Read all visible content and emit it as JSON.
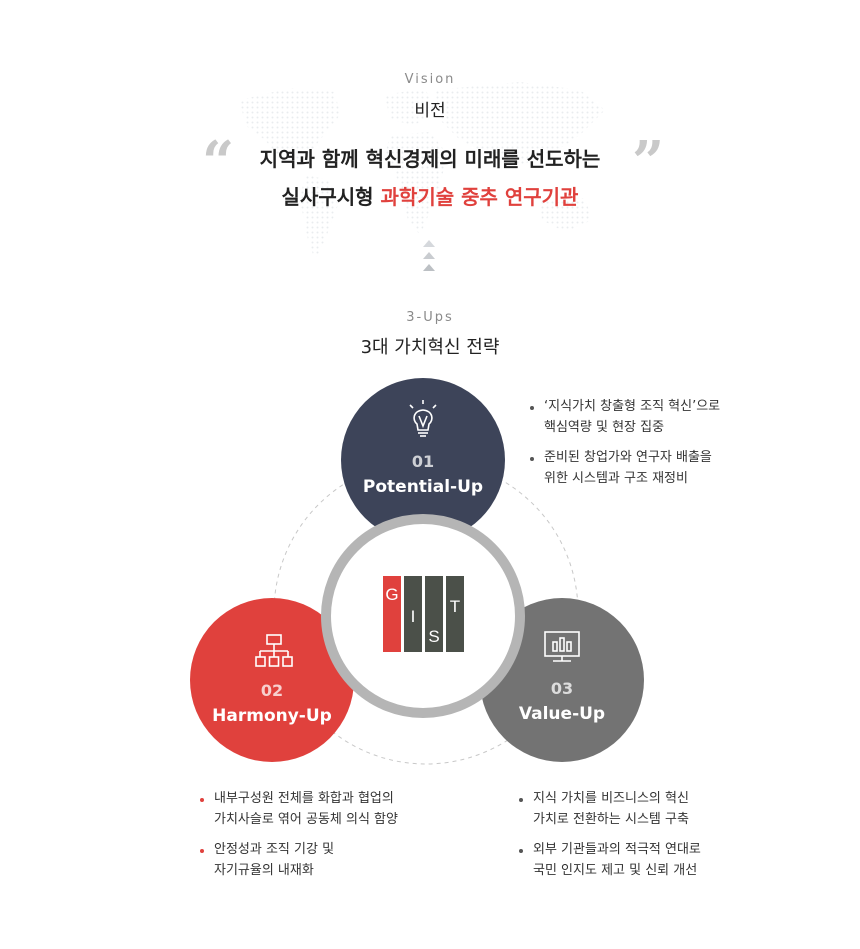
{
  "vision": {
    "eyebrow": "Vision",
    "title": "비전",
    "line1": "지역과 함께 혁신경제의 미래를 선도하는",
    "line2_plain": "실사구시형",
    "line2_accent": "과학기술 중추 연구기관",
    "open_quote": "“",
    "close_quote": "”"
  },
  "strategy": {
    "eyebrow": "3-Ups",
    "title": "3대 가치혁신 전략"
  },
  "center_logo": {
    "letters": [
      "G",
      "I",
      "S",
      "T"
    ]
  },
  "items": [
    {
      "number": "01",
      "name": "Potential-Up",
      "color": "#3d4459",
      "icon": "lightbulb-icon",
      "bullets": [
        "‘지식가치 창출형 조직 혁신’으로\n핵심역량 및 현장 집중",
        "준비된 창업가와 연구자 배출을\n위한 시스템과 구조 재정비"
      ]
    },
    {
      "number": "02",
      "name": "Harmony-Up",
      "color": "#e0413d",
      "icon": "org-chart-icon",
      "bullets": [
        "내부구성원 전체를 화합과 협업의\n가치사슬로 엮어 공동체 의식 함양",
        "안정성과 조직 기강 및\n자기규율의 내재화"
      ]
    },
    {
      "number": "03",
      "name": "Value-Up",
      "color": "#737373",
      "icon": "monitor-chart-icon",
      "bullets": [
        "지식 가치를 비즈니스의 혁신\n가치로 전환하는 시스템 구축",
        "외부 기관들과의 적극적 연대로\n국민 인지도 제고 및 신뢰 개선"
      ]
    }
  ],
  "colors": {
    "accent": "#e0413d",
    "logo_dark": "#4b5049",
    "ring": "#b5b5b5"
  }
}
